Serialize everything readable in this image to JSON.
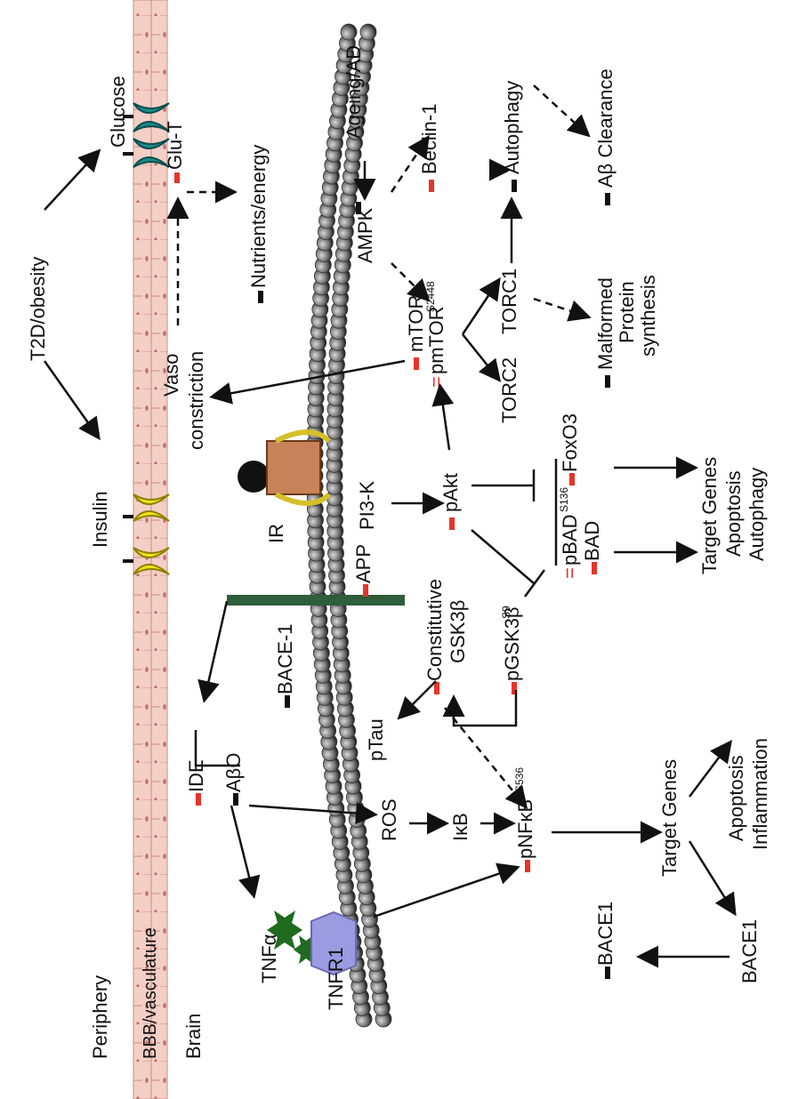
{
  "diagram": {
    "regions": {
      "periphery": "Periphery",
      "bbb": "BBB/vasculature",
      "brain": "Brain"
    },
    "nodes": {
      "t2d": "T2D/obesity",
      "glucose": "Glucose",
      "insulin": "Insulin",
      "glut": "Glu-T",
      "nutrients": "Nutrients/energy",
      "vaso": "Vaso",
      "constriction": "constriction",
      "ageing": "Ageing/AD",
      "ampk": "AMPK",
      "beclin": "Beclin-1",
      "autophagy": "Autophagy",
      "abclear": "Aβ Clearance",
      "mtor": "mTOR",
      "pmtor": "pmTOR",
      "pmtor_sup": "S2448",
      "torc1": "TORC1",
      "torc2": "TORC2",
      "malformed1": "Malformed",
      "malformed2": "Protein",
      "malformed3": "synthesis",
      "ir": "IR",
      "pi3k": "PI3-K",
      "pakt": "pAkt",
      "foxo3": "FoxO3",
      "pbad": "pBAD",
      "pbad_sup": "S136",
      "bad": "BAD",
      "tg1": "Target Genes",
      "tg1b": "Apoptosis",
      "tg1c": "Autophagy",
      "app": "APP",
      "constitutive": "Constitutive",
      "gsk3b": "GSK3β",
      "pgsk3b": "pGSK3β",
      "pgsk3b_sup": "S9",
      "ptau": "pTau",
      "bace1": "BACE-1",
      "ide": "IDE",
      "abo": "AβO",
      "ros": "ROS",
      "ikb": "IκB",
      "pnfkb": "pNFκB",
      "pnfkb_sup": "S536",
      "tnfa": "TNFα",
      "tnfr1": "TNFR1",
      "tg2": "Target Genes",
      "tg2b": "Apoptosis",
      "tg2c": "Inflammation",
      "bace1b": "BACE1",
      "bace1c": "BACE1"
    },
    "colors": {
      "bbb_fill": "#f3cfc6",
      "bbb_border": "#c98e84",
      "cell_nucleus": "#c0736a",
      "membrane": "#4a4a4a",
      "glut": "#1a8b8b",
      "insulin_receptor": "#f0e020",
      "ir_body": "#c8825a",
      "tnfr1": "#9a9be0",
      "tnfa": "#1f6b1f",
      "app_bar": "#2e5e3a",
      "up_red": "#e8332a",
      "up_black": "#111111"
    }
  }
}
